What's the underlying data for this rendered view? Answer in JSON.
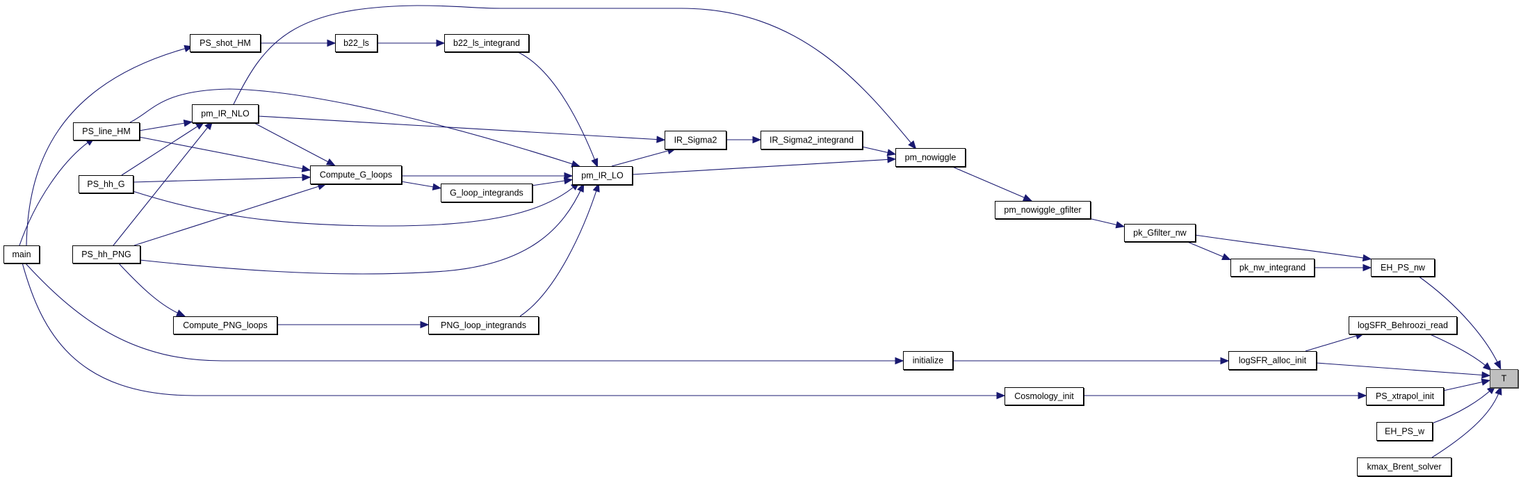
{
  "graph": {
    "title": "Caller graph for T",
    "edge_color": "#191970",
    "node_fill": "#ffffff",
    "target_fill": "#bfbfbf",
    "nodes": [
      {
        "id": "main",
        "label": "main"
      },
      {
        "id": "PS_shot_HM",
        "label": "PS_shot_HM"
      },
      {
        "id": "PS_line_HM",
        "label": "PS_line_HM"
      },
      {
        "id": "PS_hh_G",
        "label": "PS_hh_G"
      },
      {
        "id": "PS_hh_PNG",
        "label": "PS_hh_PNG"
      },
      {
        "id": "pm_IR_NLO",
        "label": "pm_IR_NLO"
      },
      {
        "id": "b22_ls",
        "label": "b22_ls"
      },
      {
        "id": "b22_ls_integrand",
        "label": "b22_ls_integrand"
      },
      {
        "id": "Compute_G_loops",
        "label": "Compute_G_loops"
      },
      {
        "id": "G_loop_integrands",
        "label": "G_loop_integrands"
      },
      {
        "id": "Compute_PNG_loops",
        "label": "Compute_PNG_loops"
      },
      {
        "id": "PNG_loop_integrands",
        "label": "PNG_loop_integrands"
      },
      {
        "id": "pm_IR_LO",
        "label": "pm_IR_LO"
      },
      {
        "id": "IR_Sigma2",
        "label": "IR_Sigma2"
      },
      {
        "id": "IR_Sigma2_integrand",
        "label": "IR_Sigma2_integrand"
      },
      {
        "id": "pm_nowiggle",
        "label": "pm_nowiggle"
      },
      {
        "id": "pm_nowiggle_gfilter",
        "label": "pm_nowiggle_gfilter"
      },
      {
        "id": "pk_Gfilter_nw",
        "label": "pk_Gfilter_nw"
      },
      {
        "id": "pk_nw_integrand",
        "label": "pk_nw_integrand"
      },
      {
        "id": "EH_PS_nw",
        "label": "EH_PS_nw"
      },
      {
        "id": "initialize",
        "label": "initialize"
      },
      {
        "id": "logSFR_alloc_init",
        "label": "logSFR_alloc_init"
      },
      {
        "id": "logSFR_Behroozi_read",
        "label": "logSFR_Behroozi_read"
      },
      {
        "id": "Cosmology_init",
        "label": "Cosmology_init"
      },
      {
        "id": "PS_xtrapol_init",
        "label": "PS_xtrapol_init"
      },
      {
        "id": "EH_PS_w",
        "label": "EH_PS_w"
      },
      {
        "id": "kmax_Brent_solver",
        "label": "kmax_Brent_solver"
      },
      {
        "id": "T",
        "label": "T",
        "target": true
      }
    ],
    "edges": [
      {
        "from": "main",
        "to": "PS_shot_HM"
      },
      {
        "from": "main",
        "to": "PS_line_HM"
      },
      {
        "from": "main",
        "to": "initialize"
      },
      {
        "from": "main",
        "to": "Cosmology_init"
      },
      {
        "from": "PS_shot_HM",
        "to": "b22_ls"
      },
      {
        "from": "b22_ls",
        "to": "b22_ls_integrand"
      },
      {
        "from": "b22_ls_integrand",
        "to": "pm_IR_LO"
      },
      {
        "from": "PS_line_HM",
        "to": "pm_IR_NLO"
      },
      {
        "from": "PS_line_HM",
        "to": "Compute_G_loops"
      },
      {
        "from": "PS_line_HM",
        "to": "pm_IR_LO"
      },
      {
        "from": "PS_hh_G",
        "to": "pm_IR_NLO"
      },
      {
        "from": "PS_hh_G",
        "to": "Compute_G_loops"
      },
      {
        "from": "PS_hh_G",
        "to": "pm_IR_LO"
      },
      {
        "from": "PS_hh_PNG",
        "to": "pm_IR_NLO"
      },
      {
        "from": "PS_hh_PNG",
        "to": "Compute_G_loops"
      },
      {
        "from": "PS_hh_PNG",
        "to": "pm_IR_LO"
      },
      {
        "from": "PS_hh_PNG",
        "to": "Compute_PNG_loops"
      },
      {
        "from": "pm_IR_NLO",
        "to": "pm_nowiggle"
      },
      {
        "from": "pm_IR_NLO",
        "to": "IR_Sigma2"
      },
      {
        "from": "pm_IR_NLO",
        "to": "Compute_G_loops"
      },
      {
        "from": "Compute_G_loops",
        "to": "pm_IR_LO"
      },
      {
        "from": "Compute_G_loops",
        "to": "G_loop_integrands"
      },
      {
        "from": "G_loop_integrands",
        "to": "pm_IR_LO"
      },
      {
        "from": "Compute_PNG_loops",
        "to": "PNG_loop_integrands"
      },
      {
        "from": "PNG_loop_integrands",
        "to": "pm_IR_LO"
      },
      {
        "from": "pm_IR_LO",
        "to": "IR_Sigma2"
      },
      {
        "from": "pm_IR_LO",
        "to": "pm_nowiggle"
      },
      {
        "from": "IR_Sigma2",
        "to": "IR_Sigma2_integrand"
      },
      {
        "from": "IR_Sigma2_integrand",
        "to": "pm_nowiggle"
      },
      {
        "from": "pm_nowiggle",
        "to": "pm_nowiggle_gfilter"
      },
      {
        "from": "pm_nowiggle_gfilter",
        "to": "pk_Gfilter_nw"
      },
      {
        "from": "pk_Gfilter_nw",
        "to": "EH_PS_nw"
      },
      {
        "from": "pk_Gfilter_nw",
        "to": "pk_nw_integrand"
      },
      {
        "from": "pk_nw_integrand",
        "to": "EH_PS_nw"
      },
      {
        "from": "EH_PS_nw",
        "to": "T"
      },
      {
        "from": "initialize",
        "to": "logSFR_alloc_init"
      },
      {
        "from": "logSFR_alloc_init",
        "to": "logSFR_Behroozi_read"
      },
      {
        "from": "logSFR_alloc_init",
        "to": "T"
      },
      {
        "from": "logSFR_Behroozi_read",
        "to": "T"
      },
      {
        "from": "Cosmology_init",
        "to": "PS_xtrapol_init"
      },
      {
        "from": "PS_xtrapol_init",
        "to": "T"
      },
      {
        "from": "EH_PS_w",
        "to": "T"
      },
      {
        "from": "kmax_Brent_solver",
        "to": "T"
      }
    ]
  }
}
